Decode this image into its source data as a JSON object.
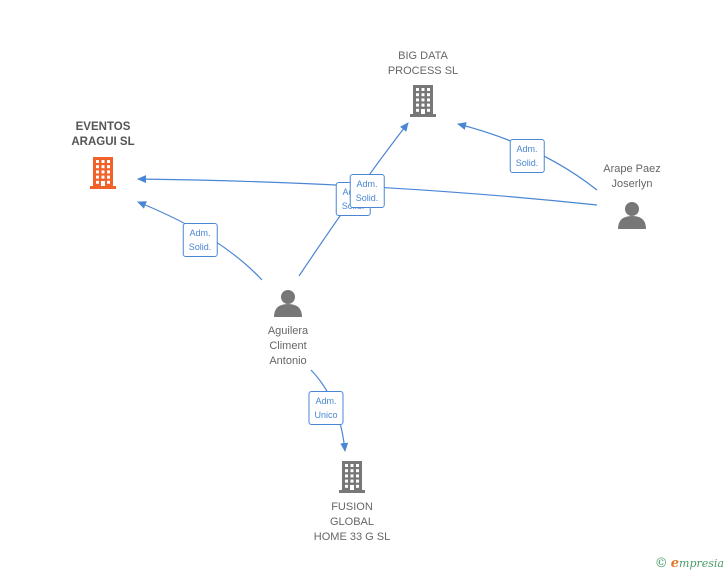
{
  "nodes": [
    {
      "id": "eventos",
      "type": "company",
      "label": "EVENTOS\nARAGUI  SL",
      "color": "#f0622a",
      "main": true
    },
    {
      "id": "bigdata",
      "type": "company",
      "label": "BIG DATA\nPROCESS  SL",
      "color": "#777777",
      "main": false
    },
    {
      "id": "fusion",
      "type": "company",
      "label": "FUSION\nGLOBAL\nHOME 33 G  SL",
      "color": "#777777",
      "main": false
    },
    {
      "id": "aguilera",
      "type": "person",
      "label": "Aguilera\nCliment\nAntonio",
      "color": "#777777",
      "main": false
    },
    {
      "id": "arape",
      "type": "person",
      "label": "Arape Paez\nJoserlyn",
      "color": "#777777",
      "main": false
    }
  ],
  "edges": [
    {
      "from": "aguilera",
      "to": "eventos",
      "label": "Adm.\nSolid."
    },
    {
      "from": "aguilera",
      "to": "bigdata",
      "label": "Adm.\nSolid."
    },
    {
      "from": "arape",
      "to": "eventos",
      "label": "Adm.\nSolid."
    },
    {
      "from": "arape",
      "to": "bigdata",
      "label": "Adm.\nSolid."
    },
    {
      "from": "aguilera",
      "to": "fusion",
      "label": "Adm.\nUnico"
    }
  ],
  "footer": {
    "copyright": "©",
    "brand_first": "e",
    "brand_rest": "mpresia"
  },
  "colors": {
    "edge": "#4a86d4",
    "node_default": "#777777",
    "node_main": "#f0622a"
  }
}
